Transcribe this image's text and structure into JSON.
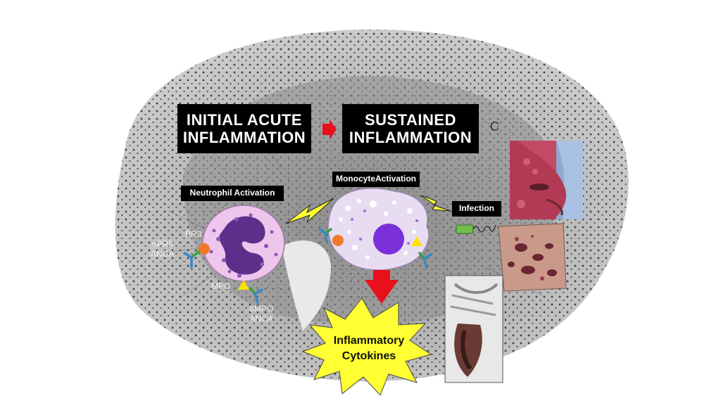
{
  "headings": {
    "initial": "INITIAL ACUTE INFLAMMATION",
    "sustained": "SUSTAINED INFLAMMATION"
  },
  "activation": {
    "neutrophil": "Neutrophil Activation",
    "monocyte": "MonocyteActivation",
    "infection": "Infection"
  },
  "antigens": {
    "pr3": "PR3",
    "apr3_anca_1": "αPR3",
    "apr3_anca_2": "ANCA",
    "mpo": "MPO",
    "ampo_anca_1": "αMPO",
    "ampo_anca_2": "ANCA"
  },
  "cytokines": {
    "line1": "Inflammatory",
    "line2": "Cytokines"
  },
  "panel_letter": "C",
  "colors": {
    "box": "#000000",
    "red_arrow": "#e8101a",
    "lightning": "#ffff33",
    "starburst": "#ffff33",
    "neutrophil": "#eec6ec",
    "monocyte": "#e8dcf2",
    "nucleus": "#7b2fd9",
    "pr3": "#f07a2a",
    "mpo": "#ffe100",
    "antibody_green": "#33a33a",
    "antibody_blue": "#3a86c8"
  },
  "icons": [
    "kidney-section-background",
    "neutrophil-cell-icon",
    "monocyte-cell-icon",
    "lightning-icon",
    "antibody-icon",
    "bacterium-icon",
    "starburst-icon",
    "red-arrow-icon"
  ]
}
